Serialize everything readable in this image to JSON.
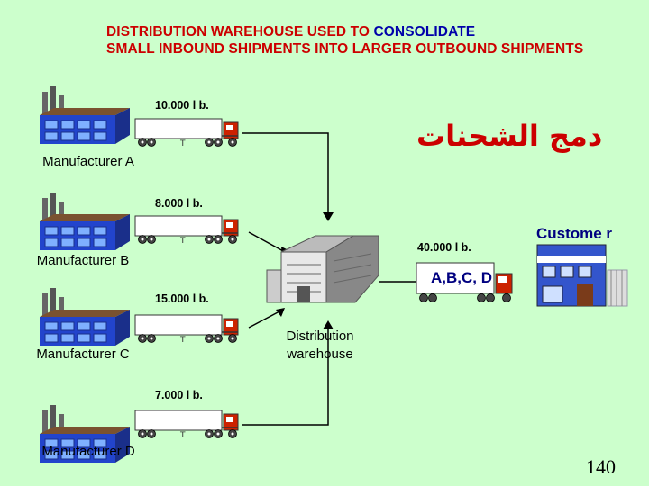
{
  "title": {
    "part1": "DISTRIBUTION WAREHOUSE USED TO ",
    "highlight": "CONSOLIDATE",
    "part2": "SMALL INBOUND SHIPMENTS INTO LARGER OUTBOUND SHIPMENTS"
  },
  "arabic_heading": "دمج الشحنات",
  "manufacturers": [
    {
      "label": "Manufacturer A",
      "weight": "10.000 l b."
    },
    {
      "label": "Manufacturer B",
      "weight": "8.000 l b."
    },
    {
      "label": "Manufacturer C",
      "weight": "15.000 l b."
    },
    {
      "label": "Manufacturer D",
      "weight": "7.000 l b."
    }
  ],
  "warehouse_label": "Distribution warehouse",
  "outbound": {
    "weight": "40.000 l b.",
    "load_label": "A,B,C, D"
  },
  "customer_label": "Custome r",
  "page_number": "140",
  "colors": {
    "background": "#ccffcc",
    "title": "#cc0000",
    "highlight": "#0000aa",
    "arabic": "#cc0000",
    "accent": "#000080"
  }
}
